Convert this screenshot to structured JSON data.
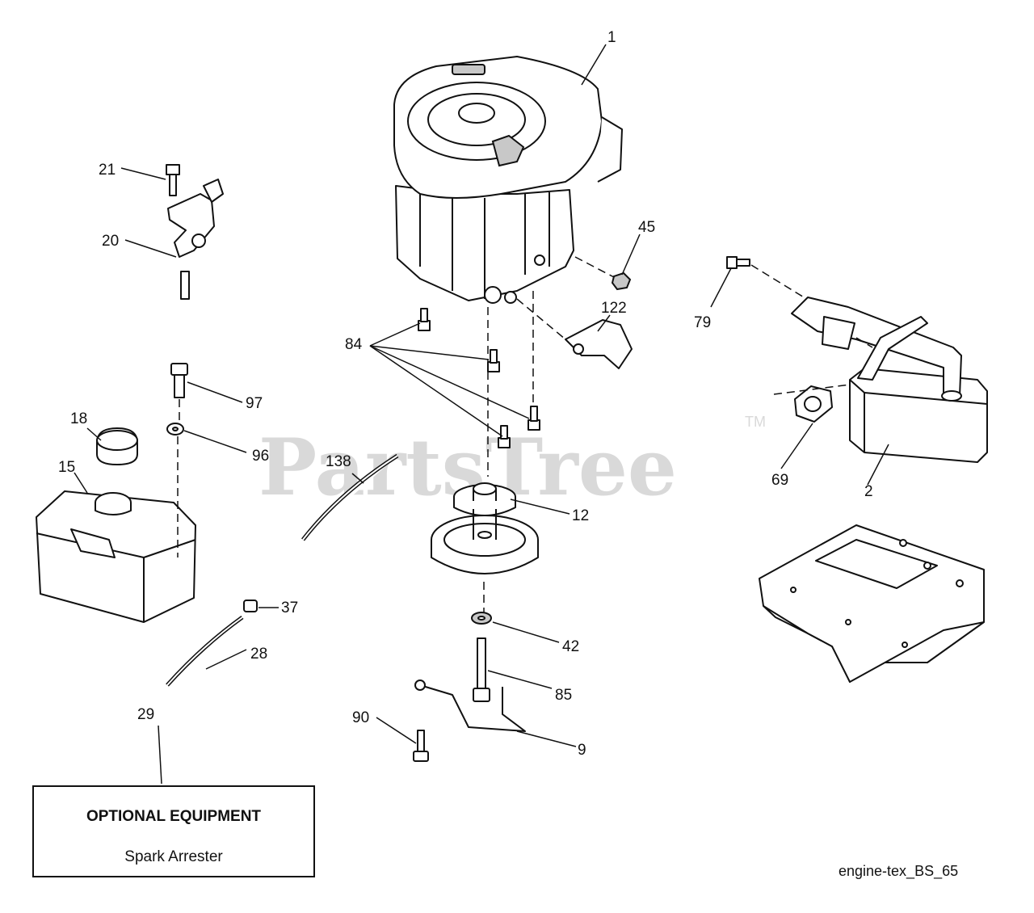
{
  "watermark": {
    "text": "PartsTree",
    "trademark": "TM"
  },
  "callouts": [
    "1",
    "2",
    "9",
    "12",
    "15",
    "18",
    "20",
    "21",
    "28",
    "29",
    "37",
    "42",
    "45",
    "69",
    "79",
    "84",
    "85",
    "90",
    "96",
    "97",
    "122",
    "138"
  ],
  "optional_box": {
    "title": "OPTIONAL EQUIPMENT",
    "subtitle": "Spark Arrester"
  },
  "diagram_code": "engine-tex_BS_65"
}
